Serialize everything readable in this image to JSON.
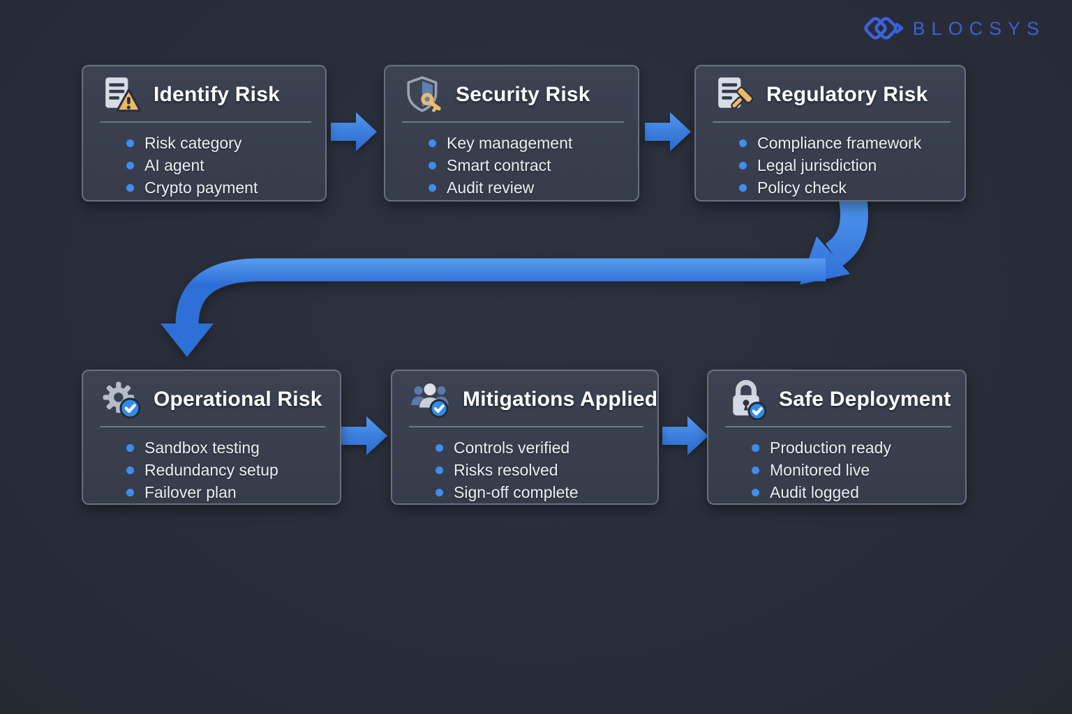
{
  "logo": {
    "text": "BLOCSYS",
    "color": "#3e5fd6",
    "icon": "blocsys-mark-icon"
  },
  "colors": {
    "background": "#2a2e3a",
    "card_background": "#3a4150",
    "card_border": "#68707f",
    "arrow_blue_light": "#58a1ef",
    "arrow_blue_dark": "#2d6ed6",
    "bullet_blue": "#3f8df0",
    "check_badge_blue": "#2f8de9",
    "warning_orange": "#ecba67",
    "icon_gray": "#d7dbe3",
    "shield_fill_blue": "#5e81b2",
    "title_text": "#ffffff",
    "item_text": "#eceef2"
  },
  "cards": [
    {
      "id": "identify-risk",
      "title": "Identify Risk",
      "icon": "document-warning-icon",
      "items": [
        "Risk category",
        "AI agent",
        "Crypto payment"
      ]
    },
    {
      "id": "security-risk",
      "title": "Security Risk",
      "icon": "shield-key-icon",
      "items": [
        "Key management",
        "Smart contract",
        "Audit review"
      ]
    },
    {
      "id": "regulatory-risk",
      "title": "Regulatory Risk",
      "icon": "document-gavel-icon",
      "items": [
        "Compliance framework",
        "Legal jurisdiction",
        "Policy check"
      ]
    },
    {
      "id": "operational-risk",
      "title": "Operational Risk",
      "icon": "gear-check-icon",
      "items": [
        "Sandbox testing",
        "Redundancy setup",
        "Failover plan"
      ]
    },
    {
      "id": "mitigations-applied",
      "title": "Mitigations Applied",
      "icon": "people-check-icon",
      "items": [
        "Controls verified",
        "Risks resolved",
        "Sign-off complete"
      ]
    },
    {
      "id": "safe-deployment",
      "title": "Safe Deployment",
      "icon": "lock-check-icon",
      "items": [
        "Production ready",
        "Monitored live",
        "Audit logged"
      ]
    }
  ],
  "flow": {
    "sequence": [
      "Identify Risk",
      "Security Risk",
      "Regulatory Risk",
      "Operational Risk",
      "Mitigations Applied",
      "Safe Deployment"
    ],
    "connector_note": "Regulatory Risk wraps down-left to Operational Risk"
  }
}
